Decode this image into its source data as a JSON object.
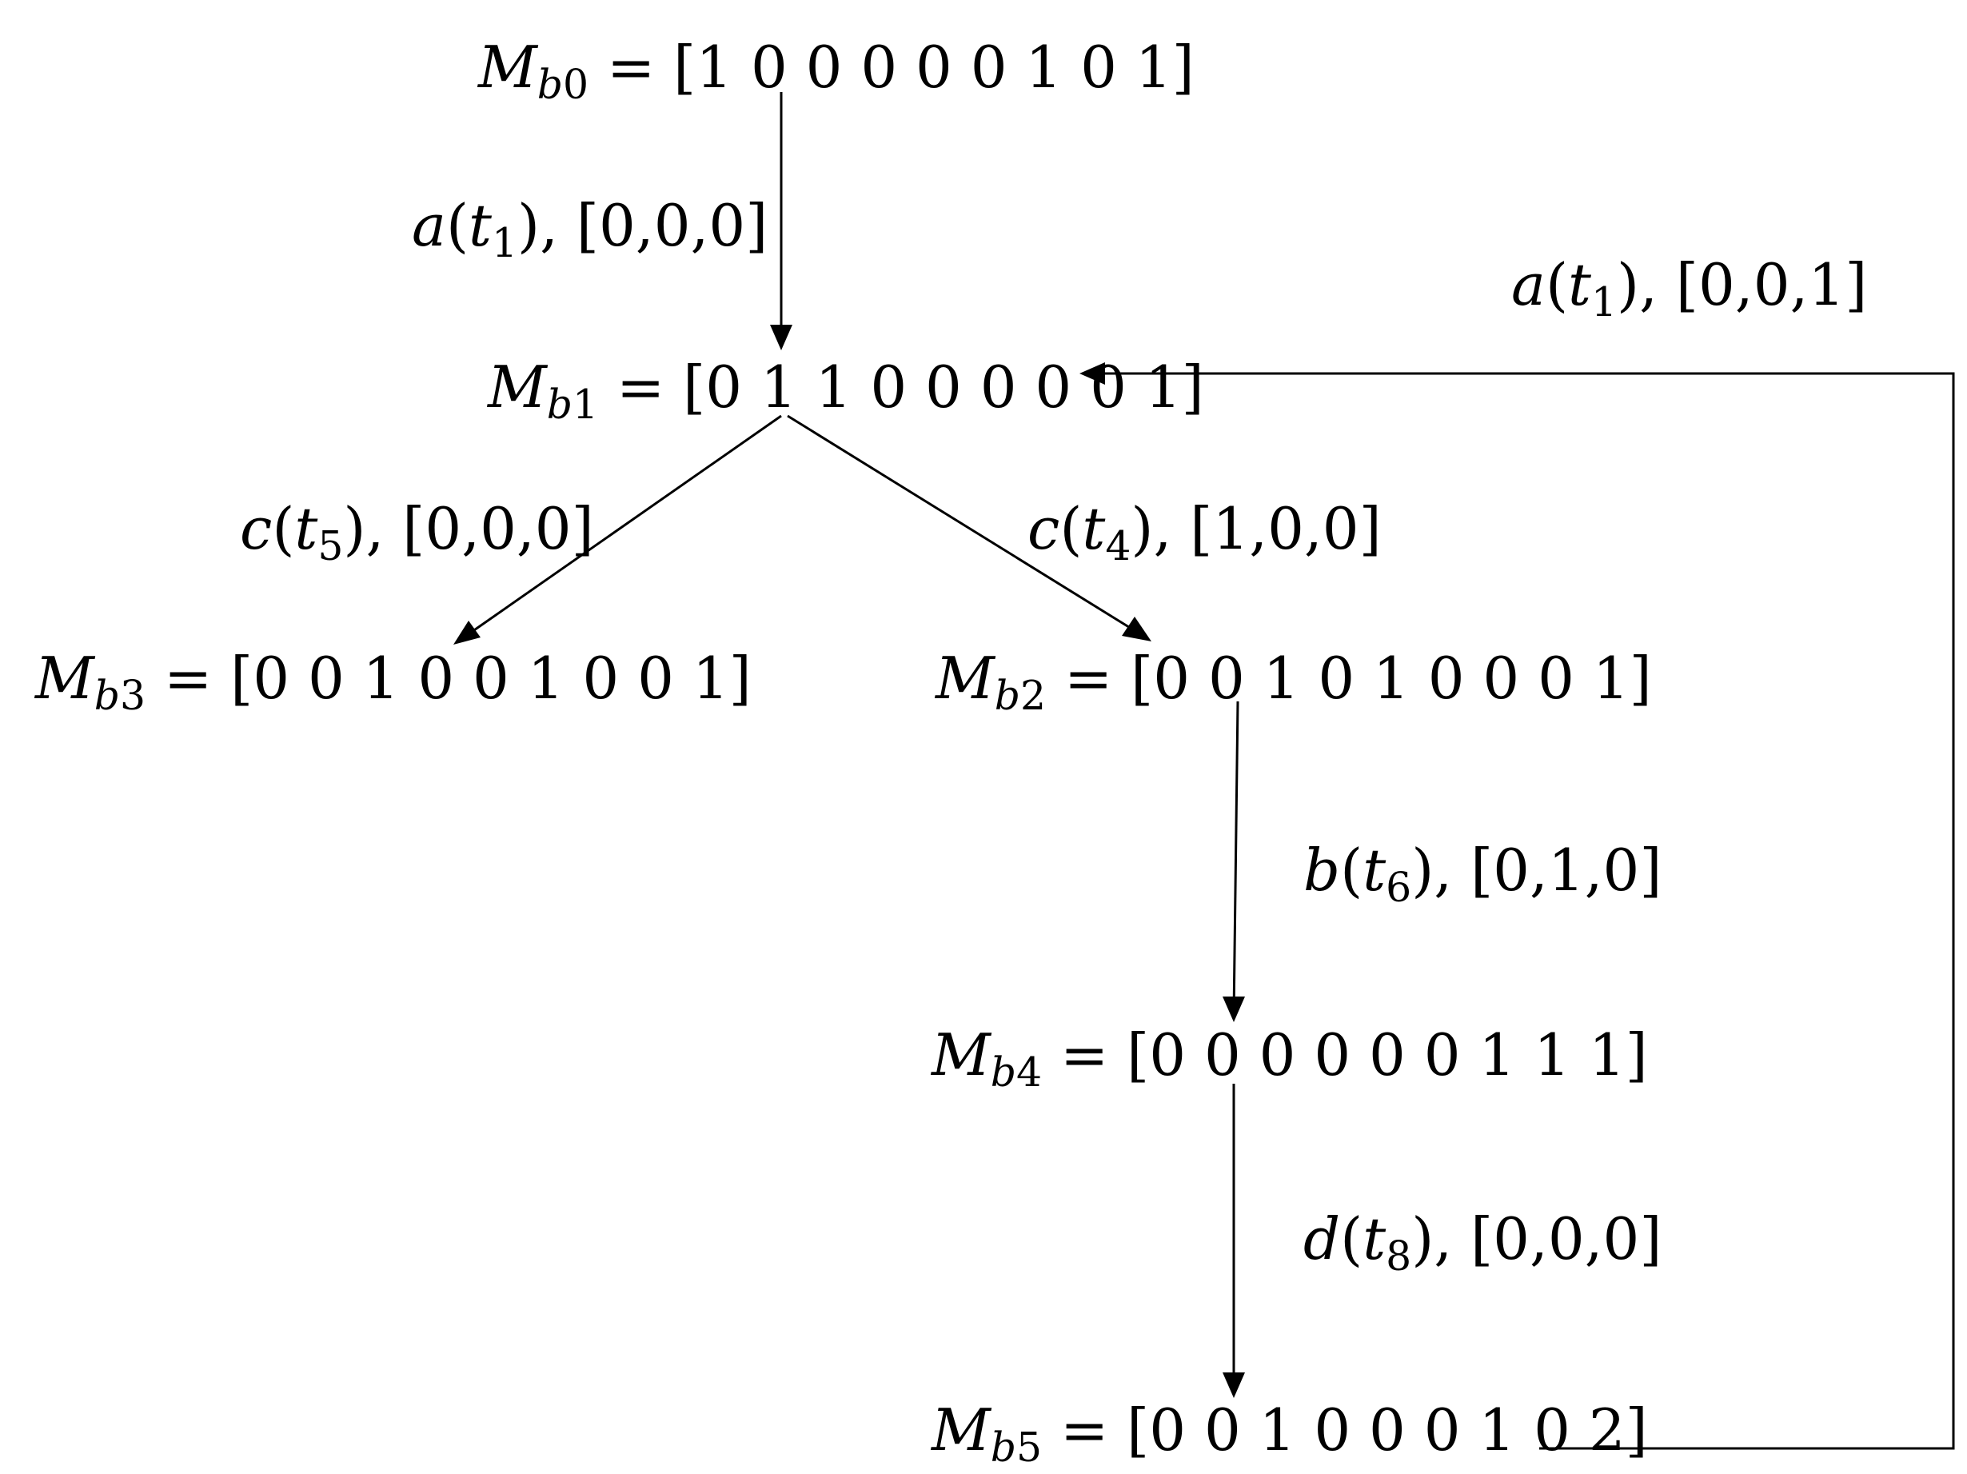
{
  "states": [
    {
      "var": "M",
      "sub_letter": "b",
      "sub_index": "0",
      "equals": "=",
      "vector": "[1 0 0 0 0 0 1 0 1]"
    },
    {
      "var": "M",
      "sub_letter": "b",
      "sub_index": "1",
      "equals": "=",
      "vector": "[0 1 1 0 0 0 0 0 1]"
    },
    {
      "var": "M",
      "sub_letter": "b",
      "sub_index": "2",
      "equals": "=",
      "vector": "[0 0 1 0 1 0 0 0 1]"
    },
    {
      "var": "M",
      "sub_letter": "b",
      "sub_index": "3",
      "equals": "=",
      "vector": "[0 0 1 0 0 1 0 0 1]"
    },
    {
      "var": "M",
      "sub_letter": "b",
      "sub_index": "4",
      "equals": "=",
      "vector": "[0 0 0 0 0 0 1 1 1]"
    },
    {
      "var": "M",
      "sub_letter": "b",
      "sub_index": "5",
      "equals": "=",
      "vector": "[0 0 1 0 0 0 1 0 2]"
    }
  ],
  "transitions": [
    {
      "from": "Mb0",
      "to": "Mb1",
      "event": "a",
      "open": "(",
      "t": "t",
      "t_index": "1",
      "close": ")",
      "sep": ", ",
      "vector": "[0,0,0]"
    },
    {
      "from": "Mb1",
      "to": "Mb3",
      "event": "c",
      "open": "(",
      "t": "t",
      "t_index": "5",
      "close": ")",
      "sep": ", ",
      "vector": "[0,0,0]"
    },
    {
      "from": "Mb1",
      "to": "Mb2",
      "event": "c",
      "open": "(",
      "t": "t",
      "t_index": "4",
      "close": ")",
      "sep": ", ",
      "vector": "[1,0,0]"
    },
    {
      "from": "Mb2",
      "to": "Mb4",
      "event": "b",
      "open": "(",
      "t": "t",
      "t_index": "6",
      "close": ")",
      "sep": ", ",
      "vector": "[0,1,0]"
    },
    {
      "from": "Mb4",
      "to": "Mb5",
      "event": "d",
      "open": "(",
      "t": "t",
      "t_index": "8",
      "close": ")",
      "sep": ", ",
      "vector": "[0,0,0]"
    },
    {
      "from": "Mb5",
      "to": "Mb1",
      "event": "a",
      "open": "(",
      "t": "t",
      "t_index": "1",
      "close": ")",
      "sep": ", ",
      "vector": "[0,0,1]"
    }
  ]
}
